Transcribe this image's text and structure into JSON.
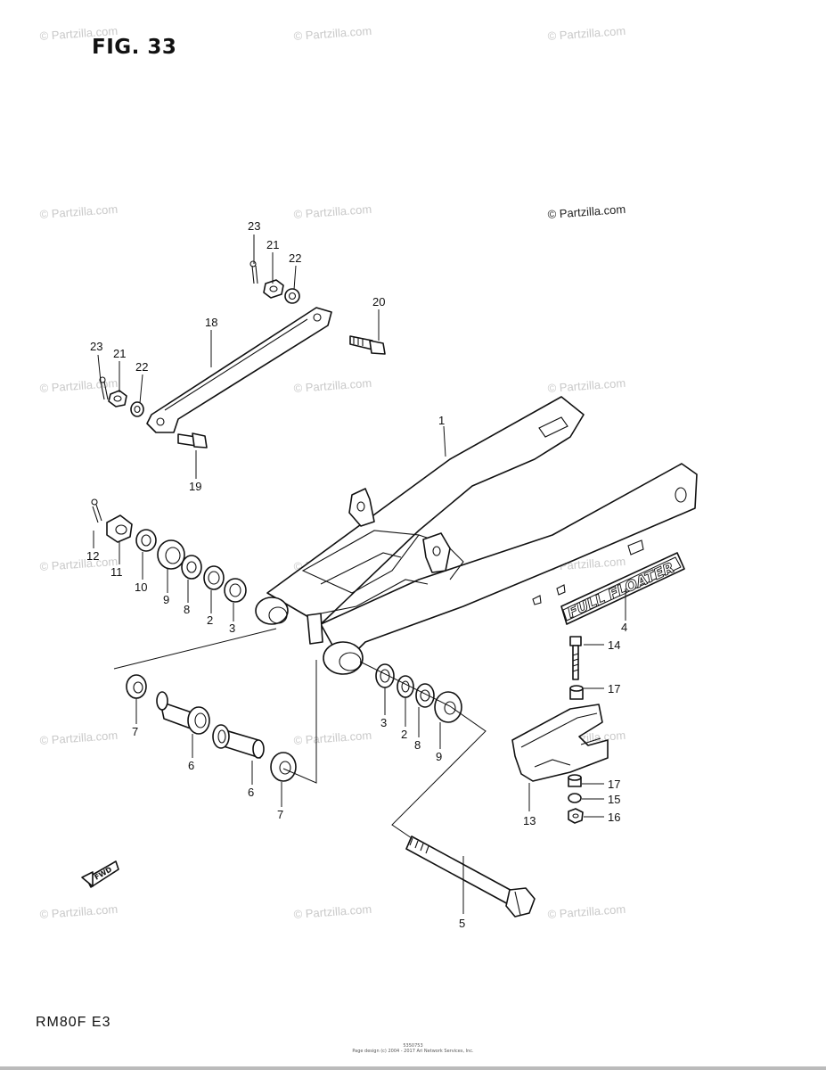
{
  "figure": {
    "title": "FIG. 33",
    "model": "RM80F  E3"
  },
  "watermark": {
    "text": "© Partzilla.com"
  },
  "footer": {
    "code": "5350753",
    "line2": "Page design (c) 2004 - 2017 Ari Network Services, Inc."
  },
  "callouts": [
    {
      "id": "c1",
      "label": "1"
    },
    {
      "id": "c2a",
      "label": "2"
    },
    {
      "id": "c2b",
      "label": "2"
    },
    {
      "id": "c3a",
      "label": "3"
    },
    {
      "id": "c3b",
      "label": "3"
    },
    {
      "id": "c4",
      "label": "4"
    },
    {
      "id": "c5",
      "label": "5"
    },
    {
      "id": "c6a",
      "label": "6"
    },
    {
      "id": "c6b",
      "label": "6"
    },
    {
      "id": "c7a",
      "label": "7"
    },
    {
      "id": "c7b",
      "label": "7"
    },
    {
      "id": "c8a",
      "label": "8"
    },
    {
      "id": "c8b",
      "label": "8"
    },
    {
      "id": "c9a",
      "label": "9"
    },
    {
      "id": "c9b",
      "label": "9"
    },
    {
      "id": "c10",
      "label": "10"
    },
    {
      "id": "c11",
      "label": "11"
    },
    {
      "id": "c12",
      "label": "12"
    },
    {
      "id": "c13",
      "label": "13"
    },
    {
      "id": "c14",
      "label": "14"
    },
    {
      "id": "c15",
      "label": "15"
    },
    {
      "id": "c16",
      "label": "16"
    },
    {
      "id": "c17a",
      "label": "17"
    },
    {
      "id": "c17b",
      "label": "17"
    },
    {
      "id": "c18",
      "label": "18"
    },
    {
      "id": "c19",
      "label": "19"
    },
    {
      "id": "c20",
      "label": "20"
    },
    {
      "id": "c21a",
      "label": "21"
    },
    {
      "id": "c21b",
      "label": "21"
    },
    {
      "id": "c22a",
      "label": "22"
    },
    {
      "id": "c22b",
      "label": "22"
    },
    {
      "id": "c23a",
      "label": "23"
    },
    {
      "id": "c23b",
      "label": "23"
    }
  ],
  "swingarm_decal": "FULL FLOATER",
  "fwd_arrow": "FWD"
}
